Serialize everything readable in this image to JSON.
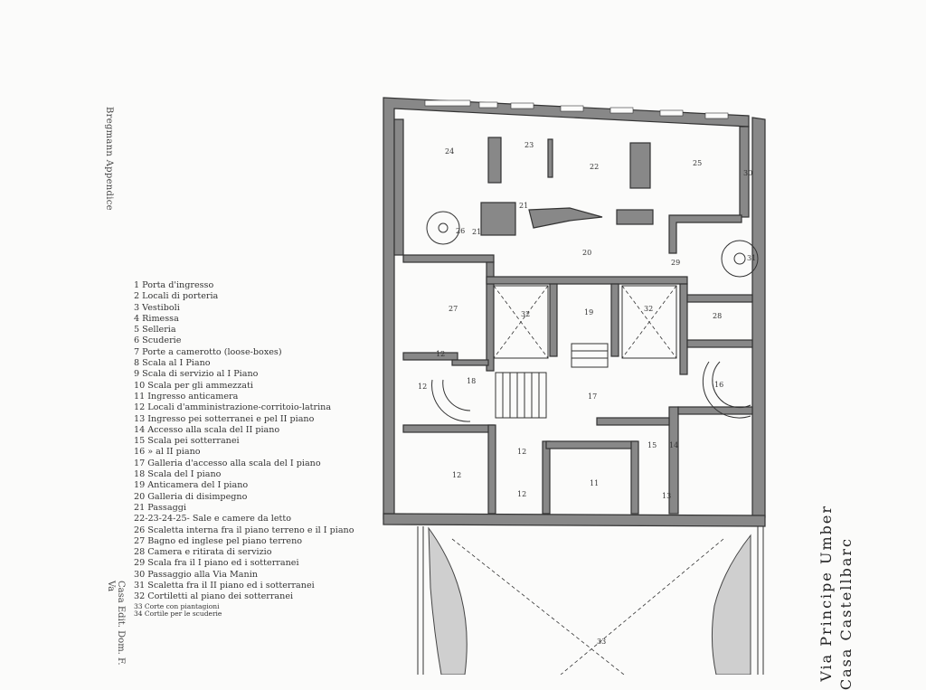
{
  "side_text": {
    "top_left": "Bregmann Appendice",
    "bottom_left": "Casa Edit. Dom. F. Va"
  },
  "title": {
    "line1": "Casa Castellbarc",
    "line2": "Via Principe Umber"
  },
  "legend": [
    "1  Porta d'ingresso",
    "2  Locali di porteria",
    "3  Vestiboli",
    "4  Rimessa",
    "5  Selleria",
    "6  Scuderie",
    "7  Porte a camerotto (loose-boxes)",
    "8  Scala al I Piano",
    "9  Scala di servizio al I Piano",
    "10 Scala per gli ammezzati",
    "11 Ingresso anticamera",
    "12 Locali d'amministrazione-corritoio-latrina",
    "13 Ingresso pei sotterranei e pel II piano",
    "14 Accesso alla scala del II piano",
    "15 Scala pei sotterranei",
    "16  »      al II piano",
    "17 Galleria d'accesso alla scala del I piano",
    "18 Scala del I piano",
    "19 Anticamera del I piano",
    "20 Galleria di disimpegno",
    "21 Passaggi",
    "22-23-24-25-  Sale e camere da letto",
    "26 Scaletta interna fra il piano terreno e il I piano",
    "27 Bagno ed inglese pel piano terreno",
    "28 Camera e ritirata di servizio",
    "29 Scala fra il I piano ed i sotterranei",
    "30 Passaggio alla Via Manin",
    "31 Scaletta fra il II piano ed i sotterranei",
    "32 Cortiletti al piano dei sotterranei",
    "33 Corte con piantagioni",
    "34 Cortile per le scuderie"
  ],
  "plan_labels": {
    "r24": "24",
    "r23": "23",
    "r22": "22",
    "r25": "25",
    "r30": "30",
    "r21a": "21",
    "r21b": "21",
    "r26": "26",
    "r20": "20",
    "r29": "29",
    "r31": "31",
    "r27": "27",
    "r32a": "32",
    "r19": "19",
    "r32b": "32",
    "r28": "28",
    "r12a": "12",
    "r12b": "12",
    "r18": "18",
    "r17": "17",
    "r16": "16",
    "r15": "15",
    "r14": "14",
    "r12c": "12",
    "r12d": "12",
    "r11": "11",
    "r12e": "12",
    "r13": "13",
    "r33": "33"
  }
}
